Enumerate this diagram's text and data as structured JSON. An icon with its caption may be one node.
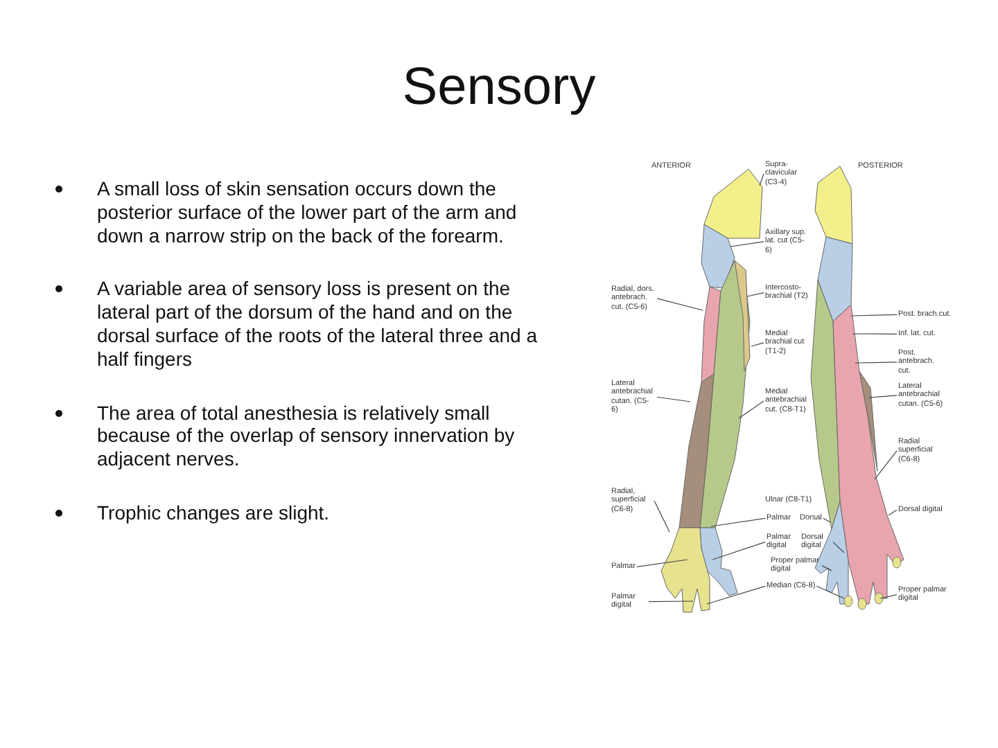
{
  "diagram": {
    "title": "Sensory",
    "nodes": [
      {
        "text": [
          "Radial, dors. antebrach. cut. (C5-6)"
        ]
      },
      {
        "text": [
          "Lateral antebrachial cutan. (C5-6)"
        ]
      },
      {
        "text": [
          "Radial, superficial (C6-8)"
        ]
      },
      {
        "text": [
          "Palmar"
        ]
      },
      {
        "text": [
          "Palmar digital"
        ]
      },
      {
        "text": [
          "Supra-clavicular (C3-4)"
        ]
      },
      {
        "text": [
          "Axillary sup. lat. cut (C5-6)"
        ]
      },
      {
        "text": [
          "Intercosto-brachial (T2)"
        ]
      },
      {
        "text": [
          "Medial brachial cut (T1-2)"
        ]
      },
      {
        "text": [
          "Medial antebrachial cut. (C8-T1)"
        ]
      },
      {
        "text": [
          "Palmar"
        ]
      },
      {
        "text": [
          "Dorsal"
        ]
      },
      {
        "text": [
          "Palmar digital"
        ]
      },
      {
        "text": [
          "Dorsal digital"
        ]
      },
      {
        "text": [
          "Proper palmar digital"
        ]
      },
      {
        "text": [
          "Median (C6-8)"
        ]
      },
      {
        "text": [
          "Post. brach.cut."
        ]
      },
      {
        "text": [
          "Inf. lat. cut."
        ]
      },
      {
        "text": [
          "Post. antebrach. cut."
        ]
      },
      {
        "text": [
          "Lateral antebrachial cutan. (C5-6)"
        ]
      },
      {
        "text": [
          "Radial superficial (C6-8)"
        ]
      },
      {
        "text": [
          "Dorsal digital"
        ]
      },
      {
        "text": [
          "Proper palmar digital"
        ]
      }
    ],
    "edges": [
      {
        "from": 0,
        "to": null,
        "arrow": "none"
      },
      {
        "from": 1,
        "to": null,
        "arrow": "none"
      },
      {
        "from": 2,
        "to": null,
        "arrow": "none"
      },
      {
        "from": 3,
        "to": null,
        "arrow": "none"
      },
      {
        "from": 4,
        "to": null,
        "arrow": "none"
      },
      {
        "from": 5,
        "to": null,
        "arrow": "none"
      },
      {
        "from": 6,
        "to": null,
        "arrow": "none"
      },
      {
        "from": 7,
        "to": null,
        "arrow": "none"
      },
      {
        "from": 8,
        "to": null,
        "arrow": "none"
      },
      {
        "from": 9,
        "to": null,
        "arrow": "none"
      },
      {
        "from": 10,
        "to": null,
        "arrow": "none"
      },
      {
        "from": 11,
        "to": null,
        "arrow": "none"
      },
      {
        "from": 12,
        "to": null,
        "arrow": "none"
      },
      {
        "from": 13,
        "to": null,
        "arrow": "none"
      },
      {
        "from": 14,
        "to": null,
        "arrow": "none"
      },
      {
        "from": 15,
        "to": null,
        "arrow": "none"
      },
      {
        "from": 15,
        "to": null,
        "arrow": "none"
      },
      {
        "from": 16,
        "to": null,
        "arrow": "none"
      },
      {
        "from": 17,
        "to": null,
        "arrow": "none"
      },
      {
        "from": 18,
        "to": null,
        "arrow": "none"
      },
      {
        "from": 19,
        "to": null,
        "arrow": "none"
      },
      {
        "from": 20,
        "to": null,
        "arrow": "none"
      },
      {
        "from": 21,
        "to": null,
        "arrow": "none"
      },
      {
        "from": 22,
        "to": null,
        "arrow": "none"
      }
    ],
    "labels": [
      "A small loss of skin sensation occurs down the posterior surface of the lower part of the arm and down a narrow strip on the back of the forearm.",
      "A variable area of sensory loss is present on the lateral part of the dorsum of the hand and on the dorsal surface of the roots of the lateral three and a half fingers",
      "The area of total anesthesia is relatively small because of the overlap of sensory innervation by adjacent nerves.",
      "Trophic changes are slight.",
      "ANTERIOR",
      "POSTERIOR",
      "Ulnar (C8-T1)"
    ]
  }
}
